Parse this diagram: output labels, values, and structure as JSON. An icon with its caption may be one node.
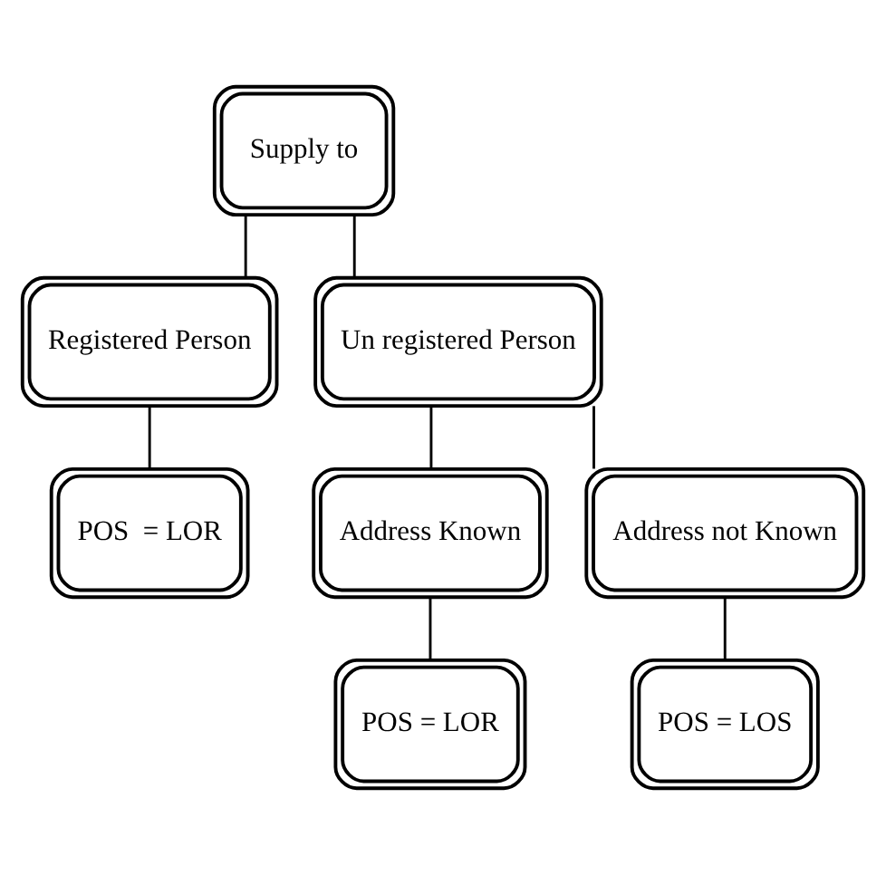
{
  "diagram": {
    "nodes": [
      {
        "text": [
          "Supply to"
        ]
      },
      {
        "text": [
          "Registered Person"
        ]
      },
      {
        "text": [
          "Un registered Person"
        ]
      },
      {
        "text": [
          "POS  = LOR"
        ]
      },
      {
        "text": [
          "Address Known"
        ]
      },
      {
        "text": [
          "Address not Known"
        ]
      },
      {
        "text": [
          "POS = LOR"
        ]
      },
      {
        "text": [
          "POS = LOS"
        ]
      }
    ],
    "edges": [
      {
        "from": 0,
        "to": 1,
        "arrow": "none"
      },
      {
        "from": 0,
        "to": 2,
        "arrow": "none"
      },
      {
        "from": 1,
        "to": 3,
        "arrow": "none"
      },
      {
        "from": 2,
        "to": 4,
        "arrow": "none"
      },
      {
        "from": 2,
        "to": 5,
        "arrow": "none"
      },
      {
        "from": 4,
        "to": 6,
        "arrow": "none"
      },
      {
        "from": 5,
        "to": 7,
        "arrow": "none"
      }
    ]
  }
}
